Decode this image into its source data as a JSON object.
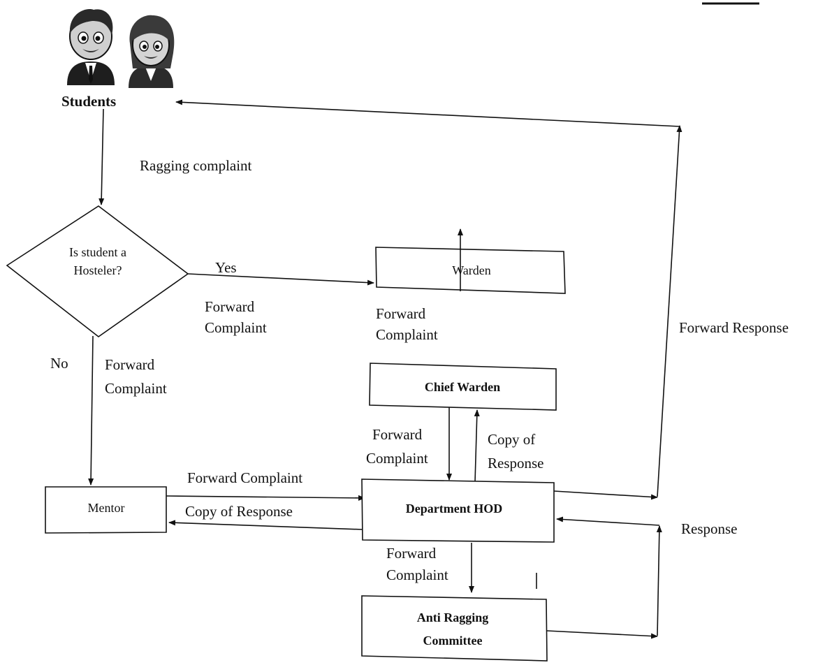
{
  "diagram": {
    "actor": {
      "label": "Students"
    },
    "decision": {
      "line1": "Is student a",
      "line2": "Hosteler?"
    },
    "nodes": {
      "warden": "Warden",
      "chief_warden": "Chief Warden",
      "mentor": "Mentor",
      "hod": "Department HOD",
      "committee_line1": "Anti Ragging",
      "committee_line2": "Committee"
    },
    "edge_labels": {
      "ragging_complaint": "Ragging complaint",
      "yes": "Yes",
      "no": "No",
      "fwd_warden_1": "Forward",
      "fwd_warden_2": "Complaint",
      "fwd_chief_1": "Forward",
      "fwd_chief_2": "Complaint",
      "fwd_mentor_1": "Forward",
      "fwd_mentor_2": "Complaint",
      "fwd_hod_1": "Forward",
      "fwd_hod_2": "Complaint",
      "copy_chief_1": "Copy of",
      "copy_chief_2": "Response",
      "mentor_to_hod": "Forward Complaint",
      "hod_to_mentor": "Copy of Response",
      "fwd_committee_1": "Forward",
      "fwd_committee_2": "Complaint",
      "forward_response": "Forward Response",
      "response": "Response"
    },
    "colors": {
      "line": "#111111",
      "background": "#ffffff"
    },
    "icons": [
      "male-student-icon",
      "female-student-icon"
    ]
  }
}
